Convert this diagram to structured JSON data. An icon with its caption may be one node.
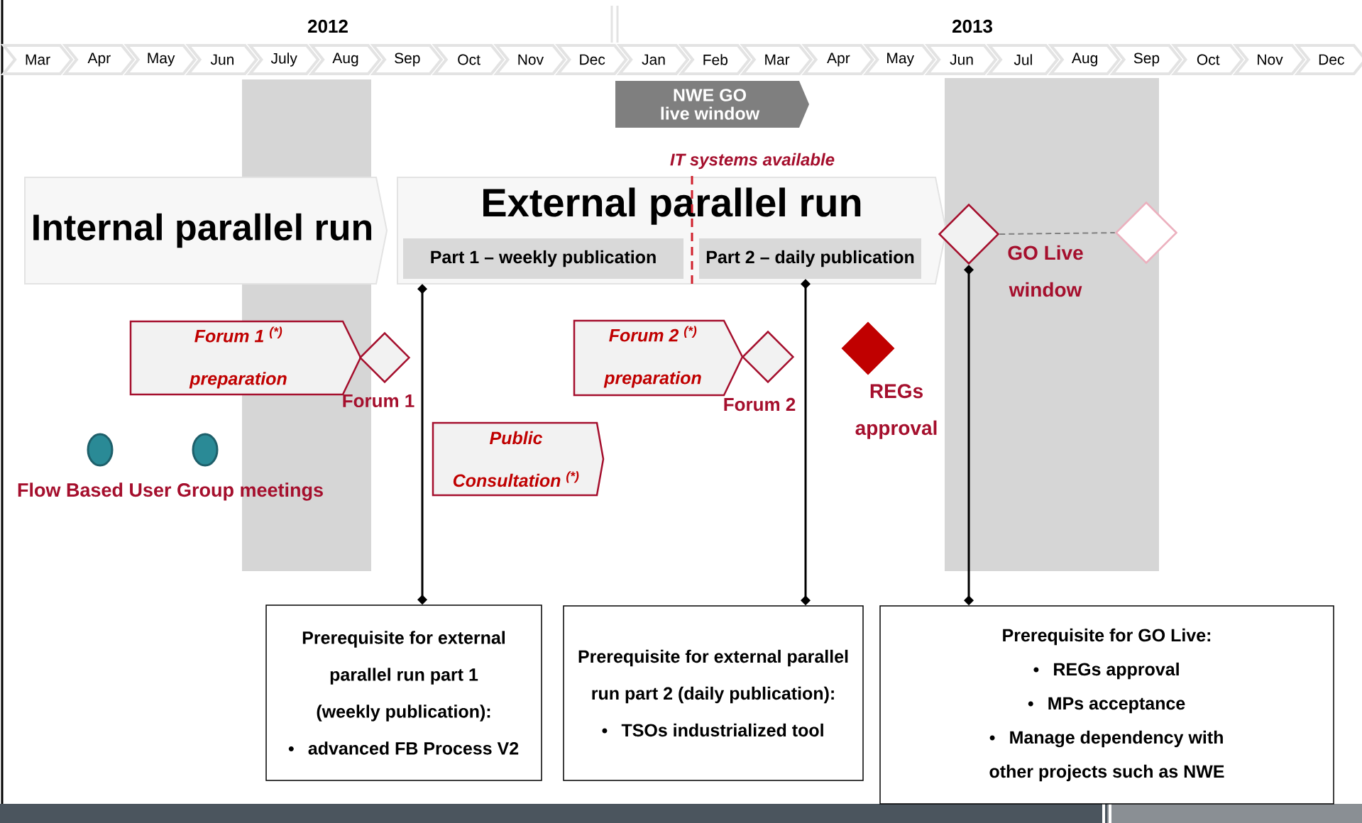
{
  "diagram": {
    "nodes": [
      {
        "text": [
          "Mar"
        ]
      },
      {
        "text": [
          "Apr"
        ]
      },
      {
        "text": [
          "May"
        ]
      },
      {
        "text": [
          "Jun"
        ]
      },
      {
        "text": [
          "July"
        ]
      },
      {
        "text": [
          "Aug"
        ]
      },
      {
        "text": [
          "Sep"
        ]
      },
      {
        "text": [
          "Oct"
        ]
      },
      {
        "text": [
          "Nov"
        ]
      },
      {
        "text": [
          "Dec"
        ]
      },
      {
        "text": [
          "Jan"
        ]
      },
      {
        "text": [
          "Feb"
        ]
      },
      {
        "text": [
          "Mar"
        ]
      },
      {
        "text": [
          "Apr"
        ]
      },
      {
        "text": [
          "May"
        ]
      },
      {
        "text": [
          "Jun"
        ]
      },
      {
        "text": [
          "Jul"
        ]
      },
      {
        "text": [
          "Aug"
        ]
      },
      {
        "text": [
          "Sep"
        ]
      },
      {
        "text": [
          "Oct"
        ]
      },
      {
        "text": [
          "Nov"
        ]
      },
      {
        "text": [
          "Dec"
        ]
      },
      {
        "text": [
          "NWE GO live window"
        ]
      },
      {
        "text": [
          "Internal parallel run"
        ]
      },
      {
        "text": [
          "External parallel run"
        ]
      },
      {
        "text": [
          "Part 1 – weekly publication"
        ],
        "in": 24
      },
      {
        "text": [
          "Part 2 – daily publication"
        ],
        "in": 24
      },
      {
        "text": [],
        "shape": "diamond",
        "beside": [
          "GO Live window"
        ]
      },
      {
        "text": [],
        "shape": "diamond"
      },
      {
        "text": [
          "Forum 1 $^{(*)}$ preparation"
        ]
      },
      {
        "text": [],
        "shape": "diamond"
      },
      {
        "text": [
          "Forum 2 $^{(*)}$ preparation"
        ]
      },
      {
        "text": [],
        "shape": "diamond"
      },
      {
        "text": [],
        "shape": "diamond",
        "beside": [
          "REGs approval"
        ]
      },
      {
        "text": [
          "Public Consultation $^{(*)}$"
        ]
      },
      {
        "text": [],
        "shape": "circle"
      },
      {
        "text": [],
        "shape": "circle"
      },
      {
        "text": [
          "Prerequisite for external parallel run part 1 (weekly publication):",
          "advanced FB Process V2"
        ]
      },
      {
        "text": [
          "Prerequisite for external parallel run part 2 (daily publication):",
          "TSOs industrialized tool"
        ]
      },
      {
        "text": [
          "Prerequisite for GO Live:",
          "REGs approval",
          "MPs acceptance",
          "Manage dependency with other projects such as NWE"
        ]
      }
    ],
    "edges": [
      {
        "from": 24,
        "to": 37,
        "arrow": "other"
      },
      {
        "from": 26,
        "to": 38,
        "arrow": "other"
      },
      {
        "from": 27,
        "to": 39,
        "arrow": "other"
      },
      {
        "from": 27,
        "to": 28,
        "arrow": "none",
        "style": "dashed",
        "color": "#808080"
      }
    ],
    "labels": [
      "2012",
      "2013",
      "IT systems available",
      "Forum 1",
      "Forum 2",
      "Flow Based User Group meetings"
    ]
  }
}
